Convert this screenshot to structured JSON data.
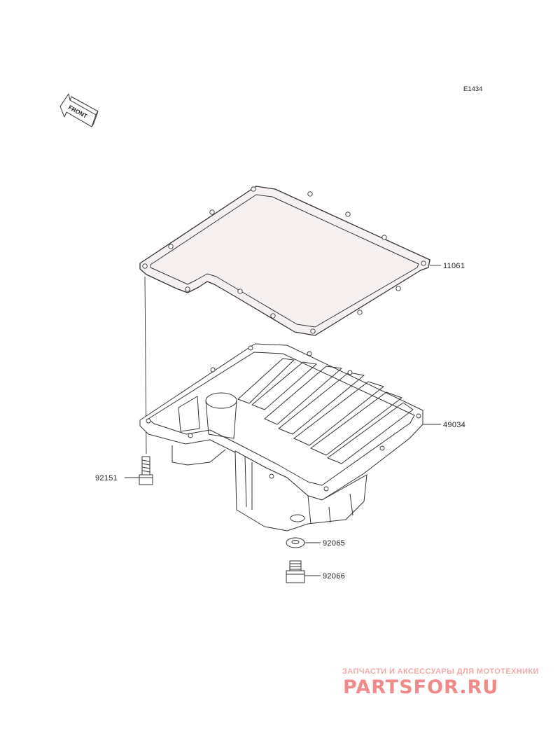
{
  "diagram": {
    "code": "E1434",
    "front_arrow_text": "FRONT"
  },
  "parts": [
    {
      "number": "11061",
      "name": "gasket"
    },
    {
      "number": "49034",
      "name": "oil-pan"
    },
    {
      "number": "92151",
      "name": "bolt"
    },
    {
      "number": "92065",
      "name": "washer"
    },
    {
      "number": "92066",
      "name": "drain-plug"
    }
  ],
  "watermark": {
    "subtitle": "ЗАПЧАСТИ И АКСЕССУАРЫ ДЛЯ МОТОТЕХНИКИ",
    "brand": "PARTSFOR.RU"
  },
  "colors": {
    "line": "#333333",
    "background": "#ffffff",
    "watermark": "#f08a8a"
  }
}
